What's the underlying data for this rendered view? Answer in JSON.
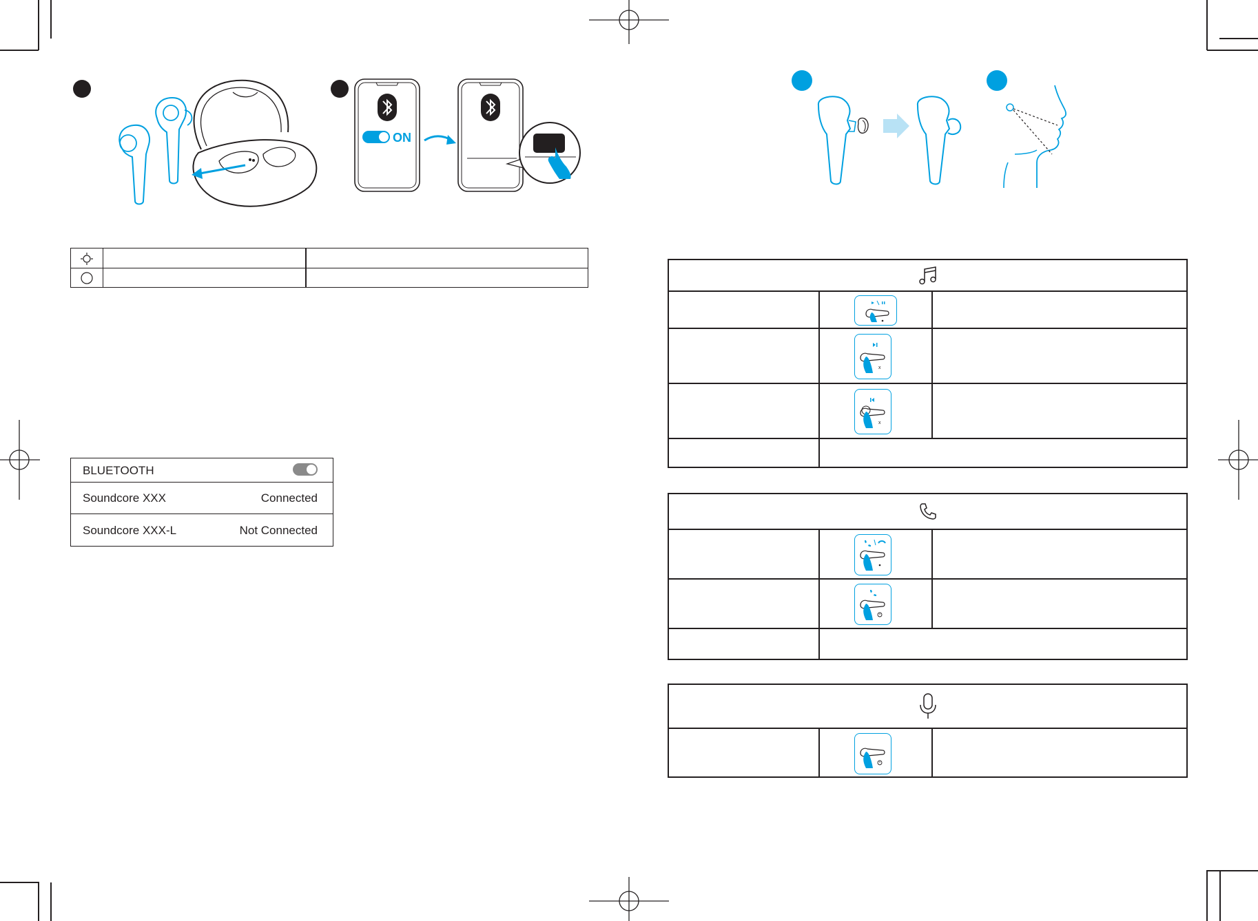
{
  "bluetooth_panel": {
    "title": "BLUETOOTH",
    "devices": [
      {
        "name": "Soundcore XXX",
        "status": "Connected"
      },
      {
        "name": "Soundcore XXX-L",
        "status": "Not Connected"
      }
    ]
  },
  "pairing_toggle_label": "ON",
  "icons": {
    "music_table": "music-note-icon",
    "call_table": "phone-icon",
    "voice_table": "microphone-icon",
    "led_row_1": "led-on-icon",
    "led_row_2": "led-off-icon"
  },
  "colors": {
    "accent": "#00a0e0",
    "line": "#231f20",
    "toggle_off": "#8a8a8a"
  }
}
